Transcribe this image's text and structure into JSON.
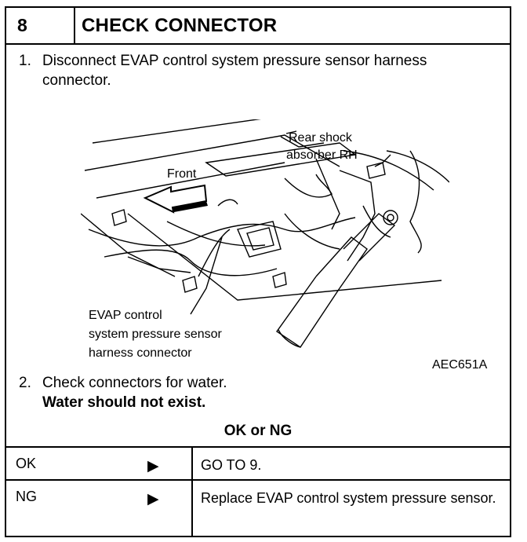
{
  "step": {
    "number": "8",
    "title": "CHECK CONNECTOR"
  },
  "instructions": [
    {
      "num": "1.",
      "text": "Disconnect EVAP control system pressure sensor harness connector."
    },
    {
      "num": "2.",
      "text": "Check connectors for water.",
      "emphasis": "Water should not exist."
    }
  ],
  "figure": {
    "code": "AEC651A",
    "labels": {
      "rear_shock_1": "Rear shock",
      "rear_shock_2": "absorber RH",
      "front": "Front",
      "evap_1": "EVAP control",
      "evap_2": "system pressure sensor",
      "evap_3": "harness connector"
    }
  },
  "result": {
    "heading": "OK or NG",
    "rows": [
      {
        "label": "OK",
        "arrow_icon": "right-arrow-icon",
        "action": "GO TO 9."
      },
      {
        "label": "NG",
        "arrow_icon": "right-arrow-icon",
        "action": "Replace EVAP control system pressure sensor."
      }
    ]
  }
}
